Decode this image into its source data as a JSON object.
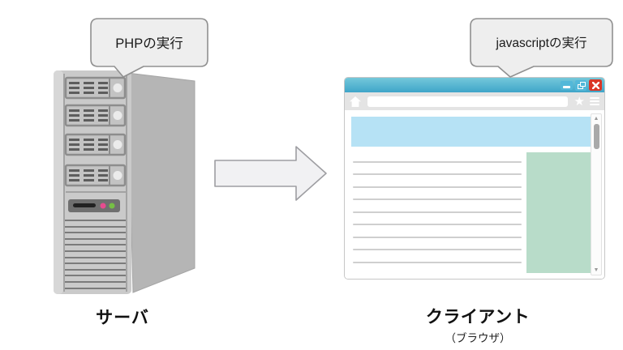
{
  "diagram": {
    "server": {
      "bubble_label": "PHPの実行",
      "caption": "サーバ"
    },
    "client": {
      "bubble_label": "javascriptの実行",
      "caption": "クライアント",
      "subcaption": "（ブラウザ）"
    }
  },
  "browser": {
    "address_value": "",
    "icons": {
      "minimize": "horizontal-dash",
      "maximize": "overlapping-squares",
      "close": "x-cross",
      "home": "house-shape",
      "bookmark_star": "★",
      "menu": "three-bars",
      "scroll_up": "▲",
      "scroll_down": "▼"
    }
  },
  "colors": {
    "titlebar_top": "#74c8da",
    "titlebar_bottom": "#3fa5c9",
    "window_button_blue": "#53b8d9",
    "window_close_red": "#da3627",
    "toolbar_gray": "#e4e4e4",
    "banner_blue": "#b6e2f5",
    "panel_green": "#b8dcc9",
    "bubble_fill": "#eeeeee",
    "bubble_border": "#909090",
    "arrow_fill": "#f1f1f3",
    "arrow_border": "#9e9ea2",
    "server_front": "#cacaca",
    "server_side": "#b5b5b5",
    "led_pink": "#e74b8f",
    "led_green": "#76bf45"
  }
}
